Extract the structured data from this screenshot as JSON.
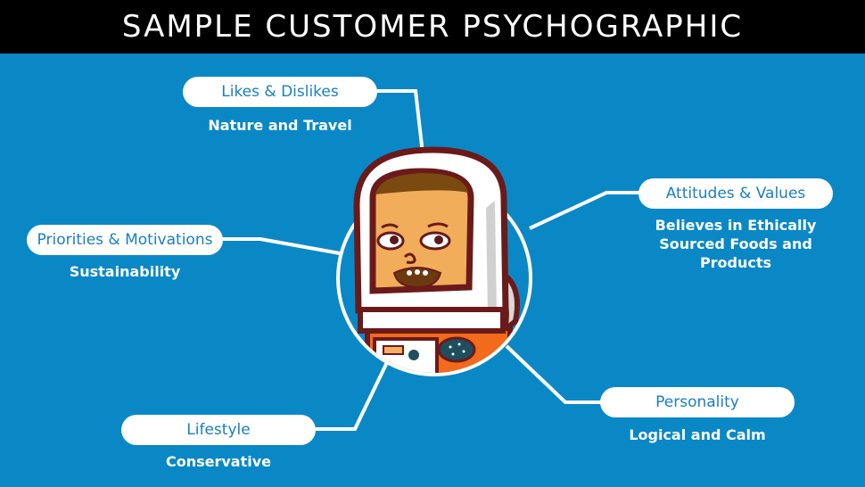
{
  "header": {
    "title": "SAMPLE CUSTOMER PSYCHOGRAPHIC"
  },
  "colors": {
    "background": "#0a88c6",
    "header_bg": "#000000",
    "pill_text": "#1a7fc0",
    "pill_bg": "#ffffff",
    "desc_text": "#ffffff"
  },
  "center": {
    "icon": "astronaut-avatar-icon"
  },
  "categories": [
    {
      "id": "likes",
      "label": "Likes & Dislikes",
      "value": "Nature and Travel"
    },
    {
      "id": "attitudes",
      "label": "Attitudes & Values",
      "value_line1": "Believes in Ethically",
      "value_line2": "Sourced Foods and Products"
    },
    {
      "id": "priorities",
      "label": "Priorities & Motivations",
      "value": "Sustainability"
    },
    {
      "id": "personality",
      "label": "Personality",
      "value": "Logical and Calm"
    },
    {
      "id": "lifestyle",
      "label": "Lifestyle",
      "value": "Conservative"
    }
  ]
}
